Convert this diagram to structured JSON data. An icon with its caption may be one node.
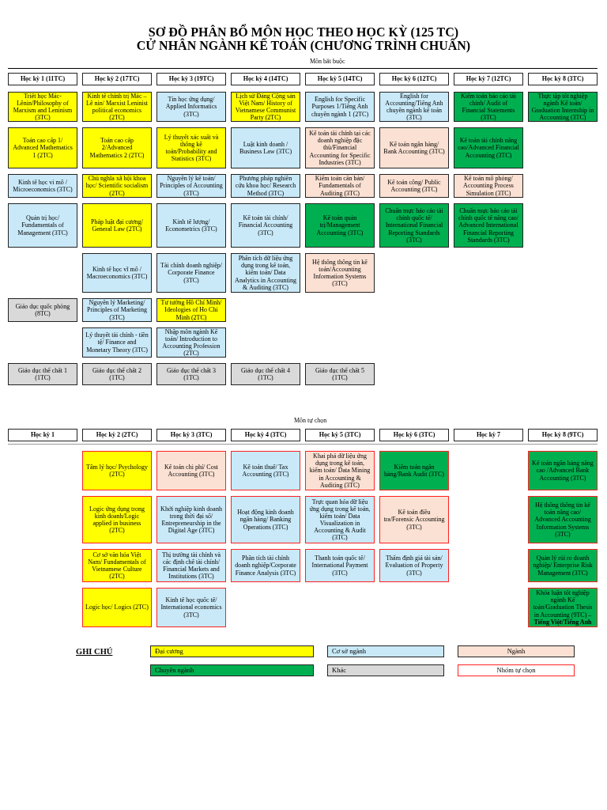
{
  "diagram": {
    "title": "SƠ ĐỒ PHÂN BỔ MÔN HỌC THEO HỌC KỲ (125 TC) CỬ NHÂN NGÀNH KẾ TOÁN (CHƯƠNG TRÌNH CHUẨN)",
    "nodes": [
      {
        "text": [
          "Học kỳ 1 (11TC)"
        ]
      },
      {
        "text": [
          "Học kỳ 2 (17TC)"
        ]
      },
      {
        "text": [
          "Học kỳ 3 (19TC)"
        ]
      },
      {
        "text": [
          "Học kỳ 4 (14TC)"
        ]
      },
      {
        "text": [
          "Học kỳ 5 (14TC)"
        ]
      },
      {
        "text": [
          "Học kỳ 6 (12TC)"
        ]
      },
      {
        "text": [
          "Học kỳ 7 (12TC)"
        ]
      },
      {
        "text": [
          "Học kỳ 8 (3TC)"
        ]
      },
      {
        "text": [
          "Triết học Mác-Lênin/Philosophy of Marxism and Leninism (3TC)"
        ]
      },
      {
        "text": [
          "Kinh tế chính trị Mác – Lê nin/ Marxist Leninist political economics (2TC)"
        ]
      },
      {
        "text": [
          "Tin học ứng dụng/ Applied Informatics (3TC)"
        ]
      },
      {
        "text": [
          "Lịch sử Đảng Cộng sản Việt Nam/ History of Vietnamese Communist Party (2TC)"
        ]
      },
      {
        "text": [
          "English for Specific Purposes 1/Tiếng Anh chuyên ngành 1 (2TC)"
        ]
      },
      {
        "text": [
          "English for Accounting/Tiếng Anh chuyên ngành kế toán (3TC)"
        ]
      },
      {
        "text": [
          "Kiểm toán báo cáo tài chính/ Audit of Financial Statements (3TC)"
        ]
      },
      {
        "text": [
          "Thực tập tốt nghiệp ngành Kế toán/ Graduation Internship in Accounting (3TC)"
        ]
      },
      {
        "text": [
          "Toán cao cấp 1/ Advanced Mathematics 1 (2TC)"
        ]
      },
      {
        "text": [
          "Toán cao cấp 2/Advanced Mathematics 2 (2TC)"
        ]
      },
      {
        "text": [
          "Lý thuyết xác suất và thống kê toán/Probability and Statistics (3TC)"
        ]
      },
      {
        "text": [
          "Luật kinh doanh / Business Law (3TC)"
        ]
      },
      {
        "text": [
          "Kế toán tài chính tại các doanh nghiệp đặc thù/Financial Accounting for Specific Industries (3TC)"
        ]
      },
      {
        "text": [
          "Kế toán ngân hàng/ Bank Accounting (3TC)"
        ]
      },
      {
        "text": [
          "Kế toán tài chính nâng cao/Advanced Financial Accounting (3TC)"
        ]
      },
      {
        "text": [
          "Kinh tế học vi mô / Microeconomics (3TC)"
        ]
      },
      {
        "text": [
          "Chủ nghĩa xã hội khoa học/ Scientific socialism (2TC)"
        ]
      },
      {
        "text": [
          "Nguyên lý kế toán/ Principles of Accounting (3TC)"
        ]
      },
      {
        "text": [
          "Phương pháp nghiên cứu khoa học/ Research Method (3TC)"
        ]
      },
      {
        "text": [
          "Kiểm toán căn bản/ Fundamentals of Auditing (3TC)"
        ]
      },
      {
        "text": [
          "Kế toán công/ Public Accounting (3TC)"
        ]
      },
      {
        "text": [
          "Kế toán mô phỏng/ Accounting Process Simulation (3TC)"
        ]
      },
      {
        "text": [
          "Quản trị học/ Fundamentals of Management (3TC)"
        ]
      },
      {
        "text": [
          "Pháp luật đại cương/ General Law (2TC)"
        ]
      },
      {
        "text": [
          "Kinh tế lượng/ Econometrics (3TC)"
        ]
      },
      {
        "text": [
          "Kế toán tài chính/ Financial Accounting (3TC)"
        ]
      },
      {
        "text": [
          "Kế toán quản trị/Management Accounting (3TC)"
        ]
      },
      {
        "text": [
          "Chuẩn mực báo cáo tài chính quốc tế/ International Financial Reporting Standards (3TC)"
        ]
      },
      {
        "text": [
          "Chuẩn mực báo cáo tài chính quốc tế nâng cao/ Advanced International Financial Reporting Standards (3TC)"
        ]
      },
      {
        "text": [
          "Kinh tế học vĩ mô / Macroeconomics (3TC)"
        ]
      },
      {
        "text": [
          "Tài chính doanh nghiệp/ Corporate Finance (3TC)"
        ]
      },
      {
        "text": [
          "Phân tích dữ liệu ứng dụng trong kế toán, kiểm toán/ Data Analytics in Accounting & Auditing (3TC)"
        ]
      },
      {
        "text": [
          "Hệ thống thông tin kế toán/Accounting Information Systems (3TC)"
        ]
      },
      {
        "text": [
          "Giáo dục quốc phòng (8TC)"
        ]
      },
      {
        "text": [
          "Nguyên lý Marketing/ Principles of Marketing (3TC)"
        ]
      },
      {
        "text": [
          "Tư tưởng Hồ Chí Minh/ Ideologies of Ho Chi Minh (2TC)"
        ]
      },
      {
        "text": [
          "Lý thuyết tài chính - tiền tệ/ Finance and Monetary Theory (3TC)"
        ]
      },
      {
        "text": [
          "Nhập môn ngành Kế toán/ Introduction to Accounting Profession (2TC)"
        ]
      },
      {
        "text": [
          "Giáo dục thể chất 1 (1TC)"
        ]
      },
      {
        "text": [
          "Giáo dục thể chất 2 (1TC)"
        ]
      },
      {
        "text": [
          "Giáo dục thể chất 3 (1TC)"
        ]
      },
      {
        "text": [
          "Giáo dục thể chất 4 (1TC)"
        ]
      },
      {
        "text": [
          "Giáo dục thể chất 5 (1TC)"
        ]
      },
      {
        "text": [
          "Học kỳ 1"
        ]
      },
      {
        "text": [
          "Học kỳ 2 (2TC)"
        ]
      },
      {
        "text": [
          "Học kỳ 3 (3TC)"
        ]
      },
      {
        "text": [
          "Học kỳ 4 (3TC)"
        ]
      },
      {
        "text": [
          "Học kỳ 5 (3TC)"
        ]
      },
      {
        "text": [
          "Học kỳ 6 (3TC)"
        ]
      },
      {
        "text": [
          "Học kỳ 7"
        ]
      },
      {
        "text": [
          "Học kỳ 8 (9TC)"
        ]
      },
      {
        "text": [
          "Tâm lý học/ Psychology (2TC)"
        ]
      },
      {
        "text": [
          "Kế toán chi phí/ Cost Accounting (3TC)"
        ]
      },
      {
        "text": [
          "Kế toán thuế/ Tax Accounting (3TC)"
        ]
      },
      {
        "text": [
          "Khai phá dữ liệu ứng dụng trong kế toán, kiểm toán/ Data Mining in Accounting & Auditing (3TC)"
        ]
      },
      {
        "text": [
          "Kiểm toán ngân hàng/Bank Audit (3TC)"
        ]
      },
      {
        "text": [
          "Kế toán ngân hàng nâng cao /Advanced Bank Accounting (3TC)"
        ]
      },
      {
        "text": [
          "Logic ứng dụng trong kinh doanh/Logic applied in business (2TC)"
        ]
      },
      {
        "text": [
          "Khởi nghiệp kinh doanh trong thời đại số/ Entrepreneurship in the Digital Age (3TC)"
        ]
      },
      {
        "text": [
          "Hoạt động kinh doanh ngân hàng/ Banking Operations (3TC)"
        ]
      },
      {
        "text": [
          "Trực quan hóa dữ liệu ứng dụng trong kế toán, kiểm toán/ Data Visualization in Accounting & Audit (3TC)"
        ]
      },
      {
        "text": [
          "Kế toán điều tra/Forensic Accounting (3TC)"
        ]
      },
      {
        "text": [
          "Hệ thống thông tin kế toán nâng cao/ Advanced Accounting Information Systems (3TC)"
        ]
      },
      {
        "text": [
          "Cơ sở văn hóa Việt Nam/ Fundamentals of Vietnamese Culture (2TC)"
        ]
      },
      {
        "text": [
          "Thị trường tài chính và các định chế tài chính/ Financial Markets and Institutions (3TC)"
        ]
      },
      {
        "text": [
          "Phân tích tài chính doanh nghiệp/Corporate Finance Analysis (3TC)"
        ]
      },
      {
        "text": [
          "Thanh toán quốc tế/ International Payment (3TC)"
        ]
      },
      {
        "text": [
          "Thẩm định giá tài sản/ Evaluation of Property (3TC)"
        ]
      },
      {
        "text": [
          "Quản lý rủi ro doanh nghiệp/ Enterprise Risk Management (3TC)"
        ]
      },
      {
        "text": [
          "Logic học/ Logics (2TC)"
        ]
      },
      {
        "text": [
          "Kinh tế học quốc tế/ International economics (3TC)"
        ]
      },
      {
        "text": [
          "Khóa luận tốt nghiệp ngành Kế toán/Graduation Thesis in Accounting (9TC) – **Tiếng Việt/Tiếng Anh**"
        ]
      }
    ],
    "labels": [
      "Môn bắt buộc",
      "Môn tự chọn",
      "GHI CHÚ"
    ],
    "legend": [
      {
        "text": "Đại cương",
        "color": "#ffff00"
      },
      {
        "text": "Cơ sở ngành",
        "color": "#c9e9f8"
      },
      {
        "text": "Ngành",
        "color": "#fbe1d3"
      },
      {
        "text": "Chuyên ngành",
        "color": "#00b050"
      },
      {
        "text": "Khác",
        "color": "#d9d9d9"
      },
      {
        "text": "Nhóm tự chọn"
      }
    ]
  }
}
